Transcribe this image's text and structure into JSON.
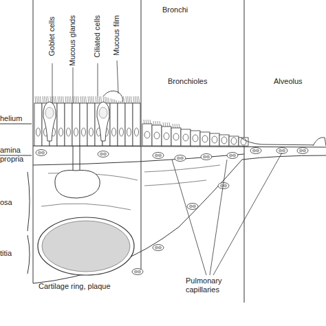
{
  "diagram": {
    "labels": [
      "Bronchi",
      "Goblet cells",
      "Mucous glands",
      "Ciliated cells",
      "Mucous film",
      "Bronchioles",
      "Alveolus",
      "helium",
      "amina propria",
      "osa",
      "titia",
      "Cartilage ring, plaque",
      "Pulmonary capillaries"
    ]
  }
}
